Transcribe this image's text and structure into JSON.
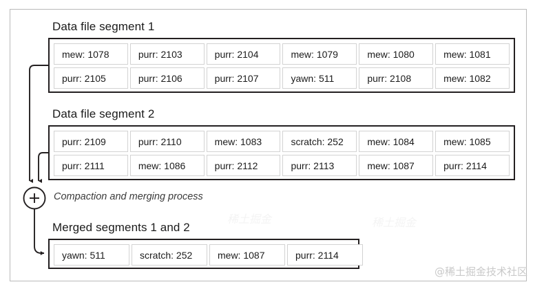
{
  "diagram": {
    "plus_symbol": "+",
    "process_label": "Compaction and merging process",
    "watermark": "@稀土掘金技术社区",
    "colors": {
      "frame": "#b9b9b9",
      "box_border": "#231f20",
      "cell_border": "#d2d2d2",
      "text": "#1b1b1b",
      "watermark": "#c9c9c9",
      "background": "#ffffff"
    },
    "sections": [
      {
        "id": "segment-1",
        "title": "Data file segment 1",
        "rows": [
          [
            "mew: 1078",
            "purr: 2103",
            "purr: 2104",
            "mew: 1079",
            "mew: 1080",
            "mew: 1081"
          ],
          [
            "purr: 2105",
            "purr: 2106",
            "purr: 2107",
            "yawn: 511",
            "purr: 2108",
            "mew: 1082"
          ]
        ]
      },
      {
        "id": "segment-2",
        "title": "Data file segment 2",
        "rows": [
          [
            "purr: 2109",
            "purr: 2110",
            "mew: 1083",
            "scratch: 252",
            "mew: 1084",
            "mew: 1085"
          ],
          [
            "purr: 2111",
            "mew: 1086",
            "purr: 2112",
            "purr: 2113",
            "mew: 1087",
            "purr: 2114"
          ]
        ]
      },
      {
        "id": "merged",
        "title": "Merged segments 1 and 2",
        "rows": [
          [
            "yawn: 511",
            "scratch: 252",
            "mew: 1087",
            "purr: 2114"
          ]
        ]
      }
    ]
  }
}
